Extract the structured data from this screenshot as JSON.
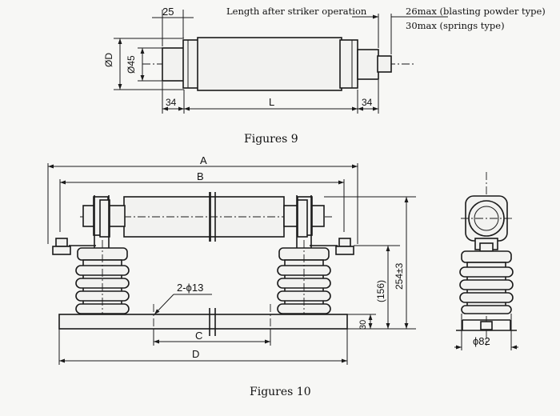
{
  "figure9": {
    "caption": "Figures 9",
    "dim_top_25": "25",
    "striker_note": "Length after striker operation",
    "note_powder": "26max (blasting powder type)",
    "note_springs": "30max (springs type)",
    "dim_D": "ØD",
    "dim_45": "Ø45",
    "dim_left_34": "34",
    "dim_L": "L",
    "dim_right_34": "34"
  },
  "figure10": {
    "caption": "Figures 10",
    "dim_A": "A",
    "dim_B": "B",
    "dim_C": "C",
    "dim_D": "D",
    "holes": "2-ϕ13",
    "dim_156": "(156)",
    "dim_254": "254±3",
    "dim_30": "30",
    "dim_82": "ϕ82"
  }
}
